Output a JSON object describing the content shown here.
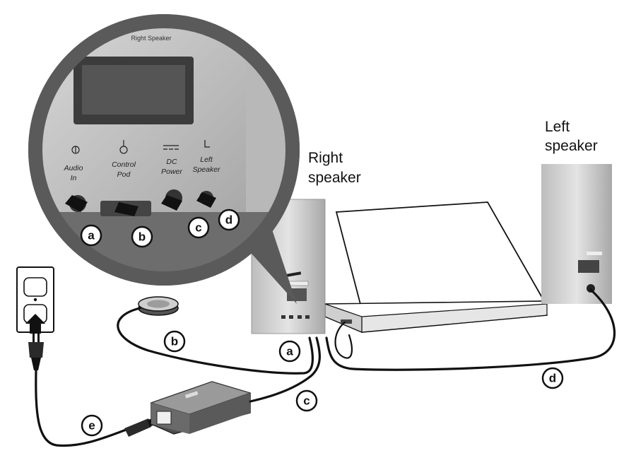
{
  "labels": {
    "right_speaker_line1": "Right",
    "right_speaker_line2": "speaker",
    "left_speaker_line1": "Left",
    "left_speaker_line2": "speaker",
    "zoom_panel_title": "Right Speaker",
    "port_audio_in_line1": "Audio",
    "port_audio_in_line2": "In",
    "port_control_pod_line1": "Control",
    "port_control_pod_line2": "Pod",
    "port_dc_power_line1": "DC",
    "port_dc_power_line2": "Power",
    "port_left_speaker_line1": "Left",
    "port_left_speaker_line2": "Speaker"
  },
  "callouts": {
    "a": "a",
    "b": "b",
    "c": "c",
    "d": "d",
    "e": "e"
  },
  "colors": {
    "cable": "#111111",
    "badge_fill": "#ffffff",
    "zoom_frame": "#5a5a5a",
    "speaker_body": "#d6d6d6",
    "laptop_fill": "#ffffff"
  }
}
